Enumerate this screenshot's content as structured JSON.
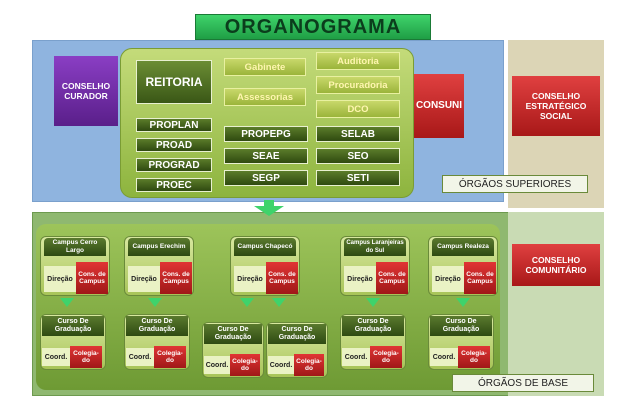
{
  "title": "ORGANOGRAMA",
  "upper": {
    "conselho_curador": "CONSELHO CURADOR",
    "reitoria": "REITORIA",
    "gabinete": "Gabinete",
    "auditoria": "Auditoria",
    "assessorias": "Assessorias",
    "procuradoria": "Procuradoria",
    "dco": "DCO",
    "consuni": "CONSUNI",
    "conselho_estrategico": "CONSELHO ESTRATÉGICO SOCIAL",
    "proplan": "PROPLAN",
    "proad": "PROAD",
    "prograd": "PROGRAD",
    "proec": "PROEC",
    "propepg": "PROPEPG",
    "seae": "SEAE",
    "segp": "SEGP",
    "selab": "SELAB",
    "seo": "SEO",
    "seti": "SETI",
    "orgaos_superiores": "ÓRGÃOS SUPERIORES"
  },
  "lower": {
    "conselho_comunitario": "CONSELHO COMUNITÁRIO",
    "orgaos_base": "ÓRGÃOS DE BASE",
    "direcao": "Direção",
    "cons_campus": "Cons. de Campus",
    "curso": "Curso De Graduação",
    "coord": "Coord.",
    "colegiado": "Colegia-do",
    "campi": [
      {
        "name": "Campus Cerro Largo"
      },
      {
        "name": "Campus Erechim"
      },
      {
        "name": "Campus Chapecó"
      },
      {
        "name": "Campus Laranjeiras do Sul"
      },
      {
        "name": "Campus Realeza"
      }
    ]
  },
  "colors": {
    "title_green": "#3fd36b",
    "upper_blue": "#8fb4df",
    "lower_green": "#8fb870",
    "red": "#c62828",
    "purple": "#6f2aa8"
  }
}
